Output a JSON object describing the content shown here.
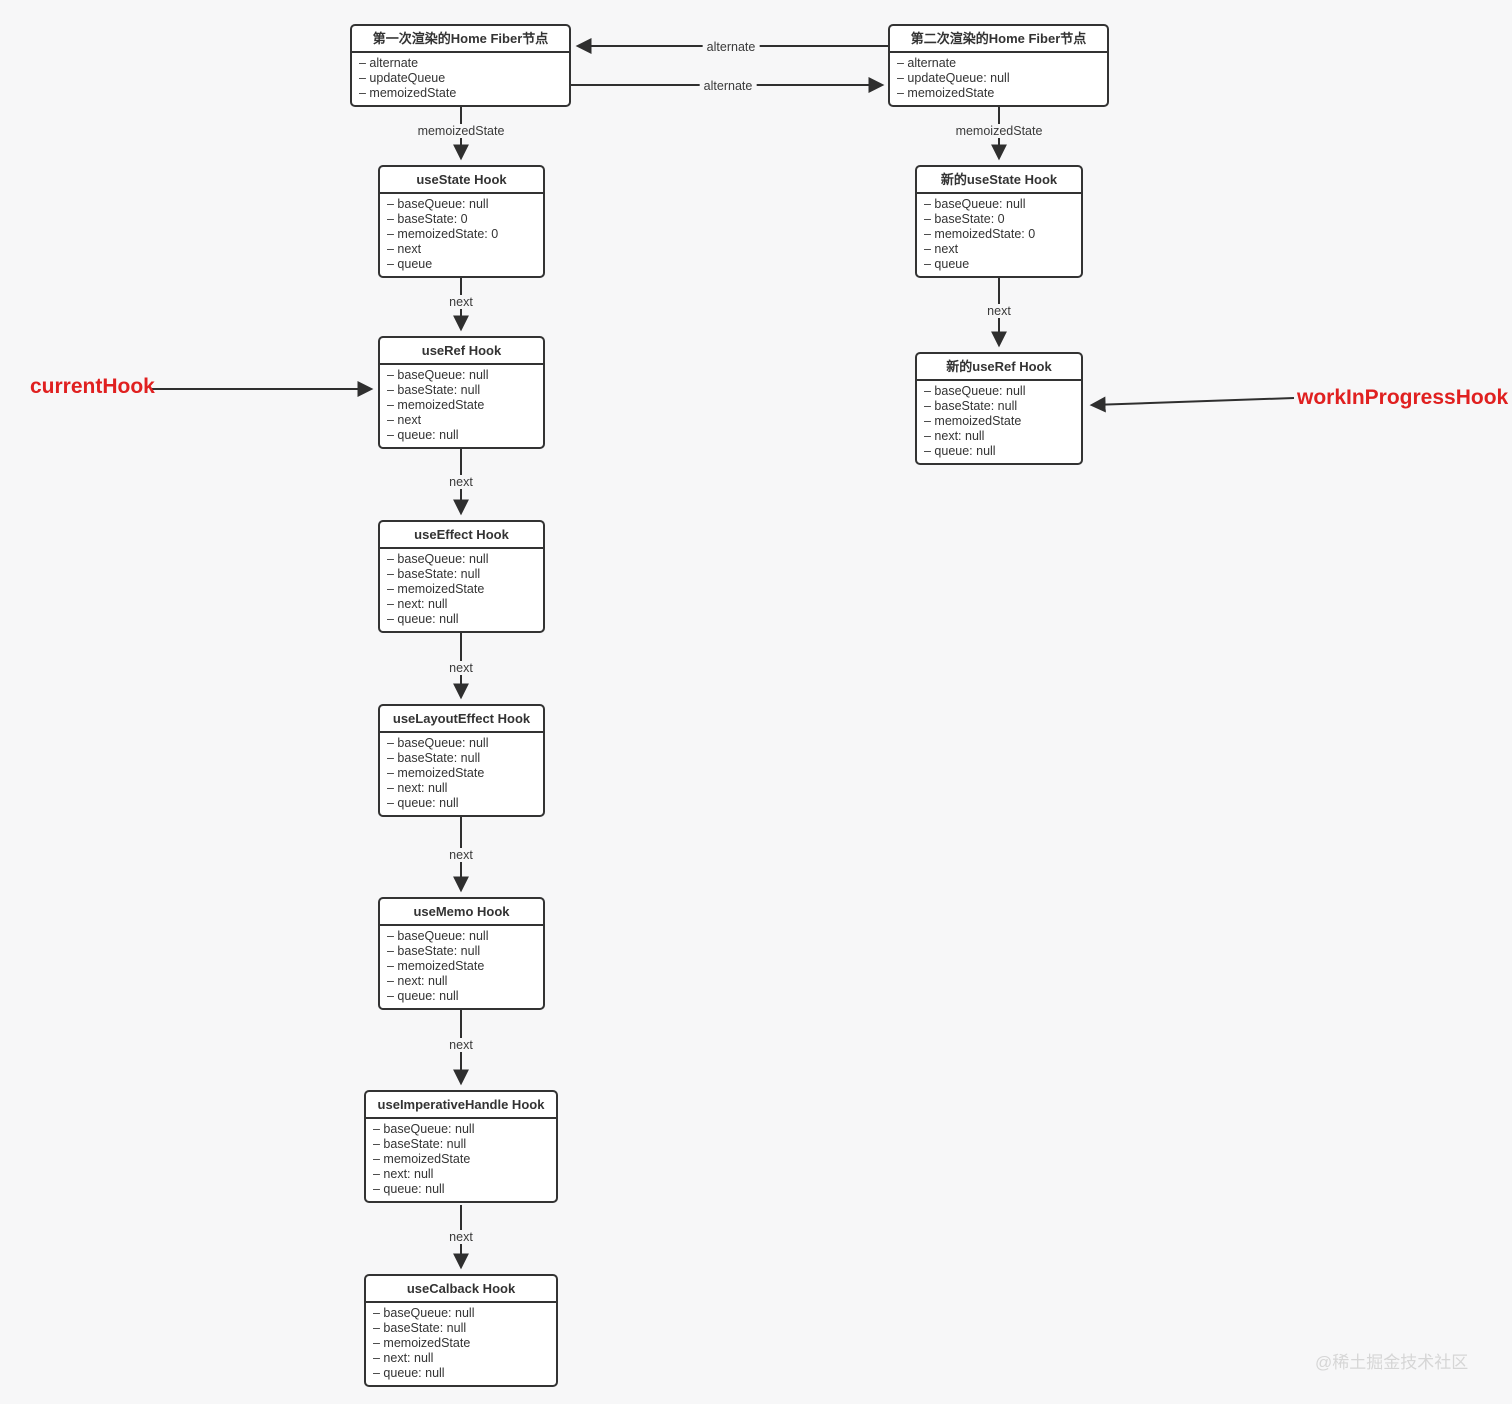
{
  "page": {
    "watermark": "@稀土掘金技术社区"
  },
  "colors": {
    "background": "#f7f7f8",
    "box_fill": "#ffffff",
    "box_border": "#333333",
    "line": "#2f2f2f",
    "text": "#333333",
    "annotation_red": "#e02020",
    "watermark_gray": "#d6d6d6"
  },
  "nodes": {
    "fiber1": {
      "title": "第一次渲染的Home Fiber节点",
      "props": [
        "– alternate",
        "– updateQueue",
        "– memoizedState"
      ]
    },
    "fiber2": {
      "title": "第二次渲染的Home Fiber节点",
      "props": [
        "– alternate",
        "– updateQueue: null",
        "– memoizedState"
      ]
    },
    "useState1": {
      "title": "useState Hook",
      "props": [
        "– baseQueue: null",
        "– baseState: 0",
        "– memoizedState: 0",
        "– next",
        "– queue"
      ]
    },
    "useState2": {
      "title": "新的useState Hook",
      "props": [
        "– baseQueue: null",
        "– baseState: 0",
        "– memoizedState: 0",
        "– next",
        "– queue"
      ]
    },
    "useRef1": {
      "title": "useRef Hook",
      "props": [
        "– baseQueue: null",
        "– baseState: null",
        "– memoizedState",
        "– next",
        "– queue: null"
      ]
    },
    "useRef2": {
      "title": "新的useRef Hook",
      "props": [
        "– baseQueue: null",
        "– baseState: null",
        "– memoizedState",
        "– next: null",
        "– queue: null"
      ]
    },
    "useEffect": {
      "title": "useEffect Hook",
      "props": [
        "– baseQueue: null",
        "– baseState: null",
        "– memoizedState",
        "– next: null",
        "– queue: null"
      ]
    },
    "useLayoutEffect": {
      "title": "useLayoutEffect Hook",
      "props": [
        "– baseQueue: null",
        "– baseState: null",
        "– memoizedState",
        "– next: null",
        "– queue: null"
      ]
    },
    "useMemo": {
      "title": "useMemo Hook",
      "props": [
        "– baseQueue: null",
        "– baseState: null",
        "– memoizedState",
        "– next: null",
        "– queue: null"
      ]
    },
    "useImperativeHandle": {
      "title": "useImperativeHandle Hook",
      "props": [
        "– baseQueue: null",
        "– baseState: null",
        "– memoizedState",
        "– next: null",
        "– queue: null"
      ]
    },
    "useCalback": {
      "title": "useCalback Hook",
      "props": [
        "– baseQueue: null",
        "– baseState: null",
        "– memoizedState",
        "– next: null",
        "– queue: null"
      ]
    }
  },
  "edge_labels": {
    "alternate": "alternate",
    "memoizedState": "memoizedState",
    "next": "next"
  },
  "annotations": {
    "current_hook": "currentHook",
    "work_in_progress_hook": "workInProgressHook"
  }
}
